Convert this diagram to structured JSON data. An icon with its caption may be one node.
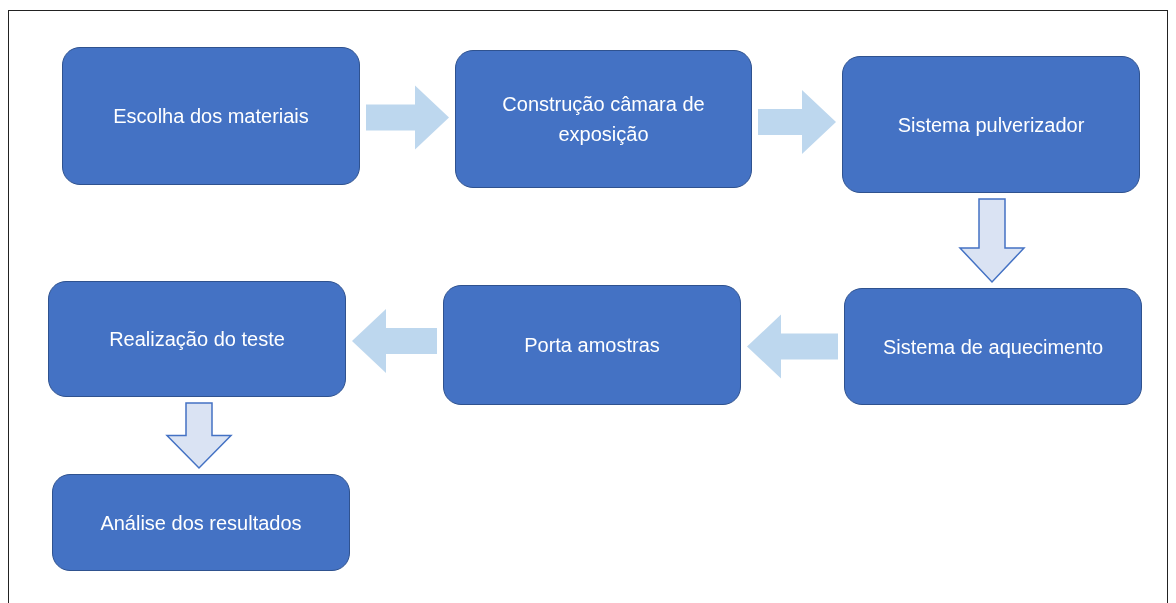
{
  "diagram": {
    "nodes": [
      {
        "text": [
          "Escolha dos materiais"
        ]
      },
      {
        "text": [
          "Construção câmara de exposição"
        ]
      },
      {
        "text": [
          "Sistema pulverizador"
        ]
      },
      {
        "text": [
          "Sistema de aquecimento"
        ]
      },
      {
        "text": [
          "Porta amostras"
        ]
      },
      {
        "text": [
          "Realização do teste"
        ]
      },
      {
        "text": [
          "Análise dos resultados"
        ]
      }
    ],
    "edges": [
      {
        "from": 0,
        "to": 1,
        "arrow": "to"
      },
      {
        "from": 1,
        "to": 2,
        "arrow": "to"
      },
      {
        "from": 2,
        "to": 3,
        "arrow": "to",
        "color": "#dae3f3"
      },
      {
        "from": 3,
        "to": 4,
        "arrow": "to"
      },
      {
        "from": 4,
        "to": 5,
        "arrow": "to"
      },
      {
        "from": 5,
        "to": 6,
        "arrow": "to",
        "color": "#dae3f3"
      }
    ]
  }
}
